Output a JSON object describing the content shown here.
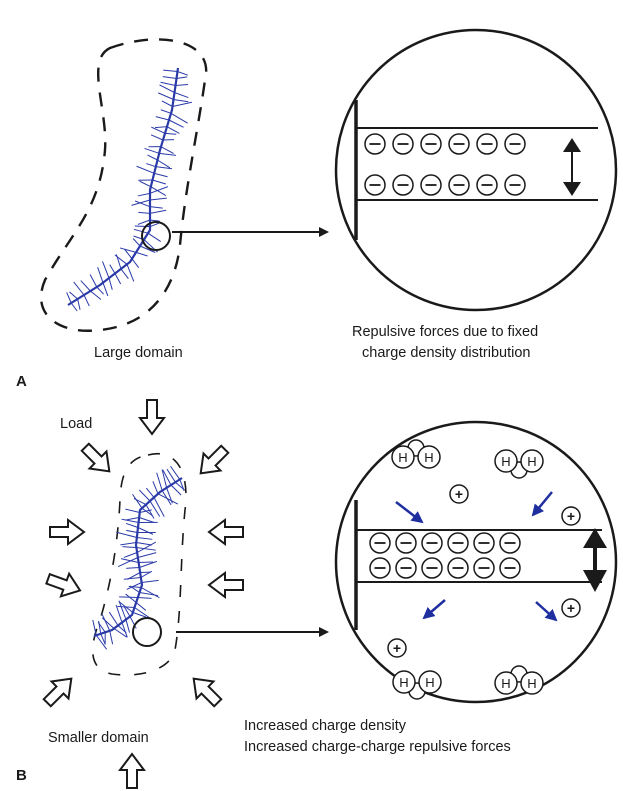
{
  "panel_a": {
    "label": "A",
    "domain_caption": "Large domain",
    "detail_caption_line1": "Repulsive forces due to fixed",
    "detail_caption_line2": "charge density distribution"
  },
  "panel_b": {
    "label": "B",
    "load_label": "Load",
    "domain_caption": "Smaller domain",
    "detail_caption_line1": "Increased charge density",
    "detail_caption_line2": "Increased charge-charge repulsive forces"
  },
  "symbols": {
    "negative_charge": "−",
    "positive_charge": "+",
    "hydrogen": "H"
  },
  "colors": {
    "chain": "#2a3aa8",
    "ink": "#1a1a1a",
    "ion_arrow": "#1f2fa0"
  },
  "icons": [
    "load-arrow-icon",
    "negative-charge-icon",
    "positive-ion-icon",
    "water-molecule-icon",
    "double-headed-arrow-icon"
  ]
}
